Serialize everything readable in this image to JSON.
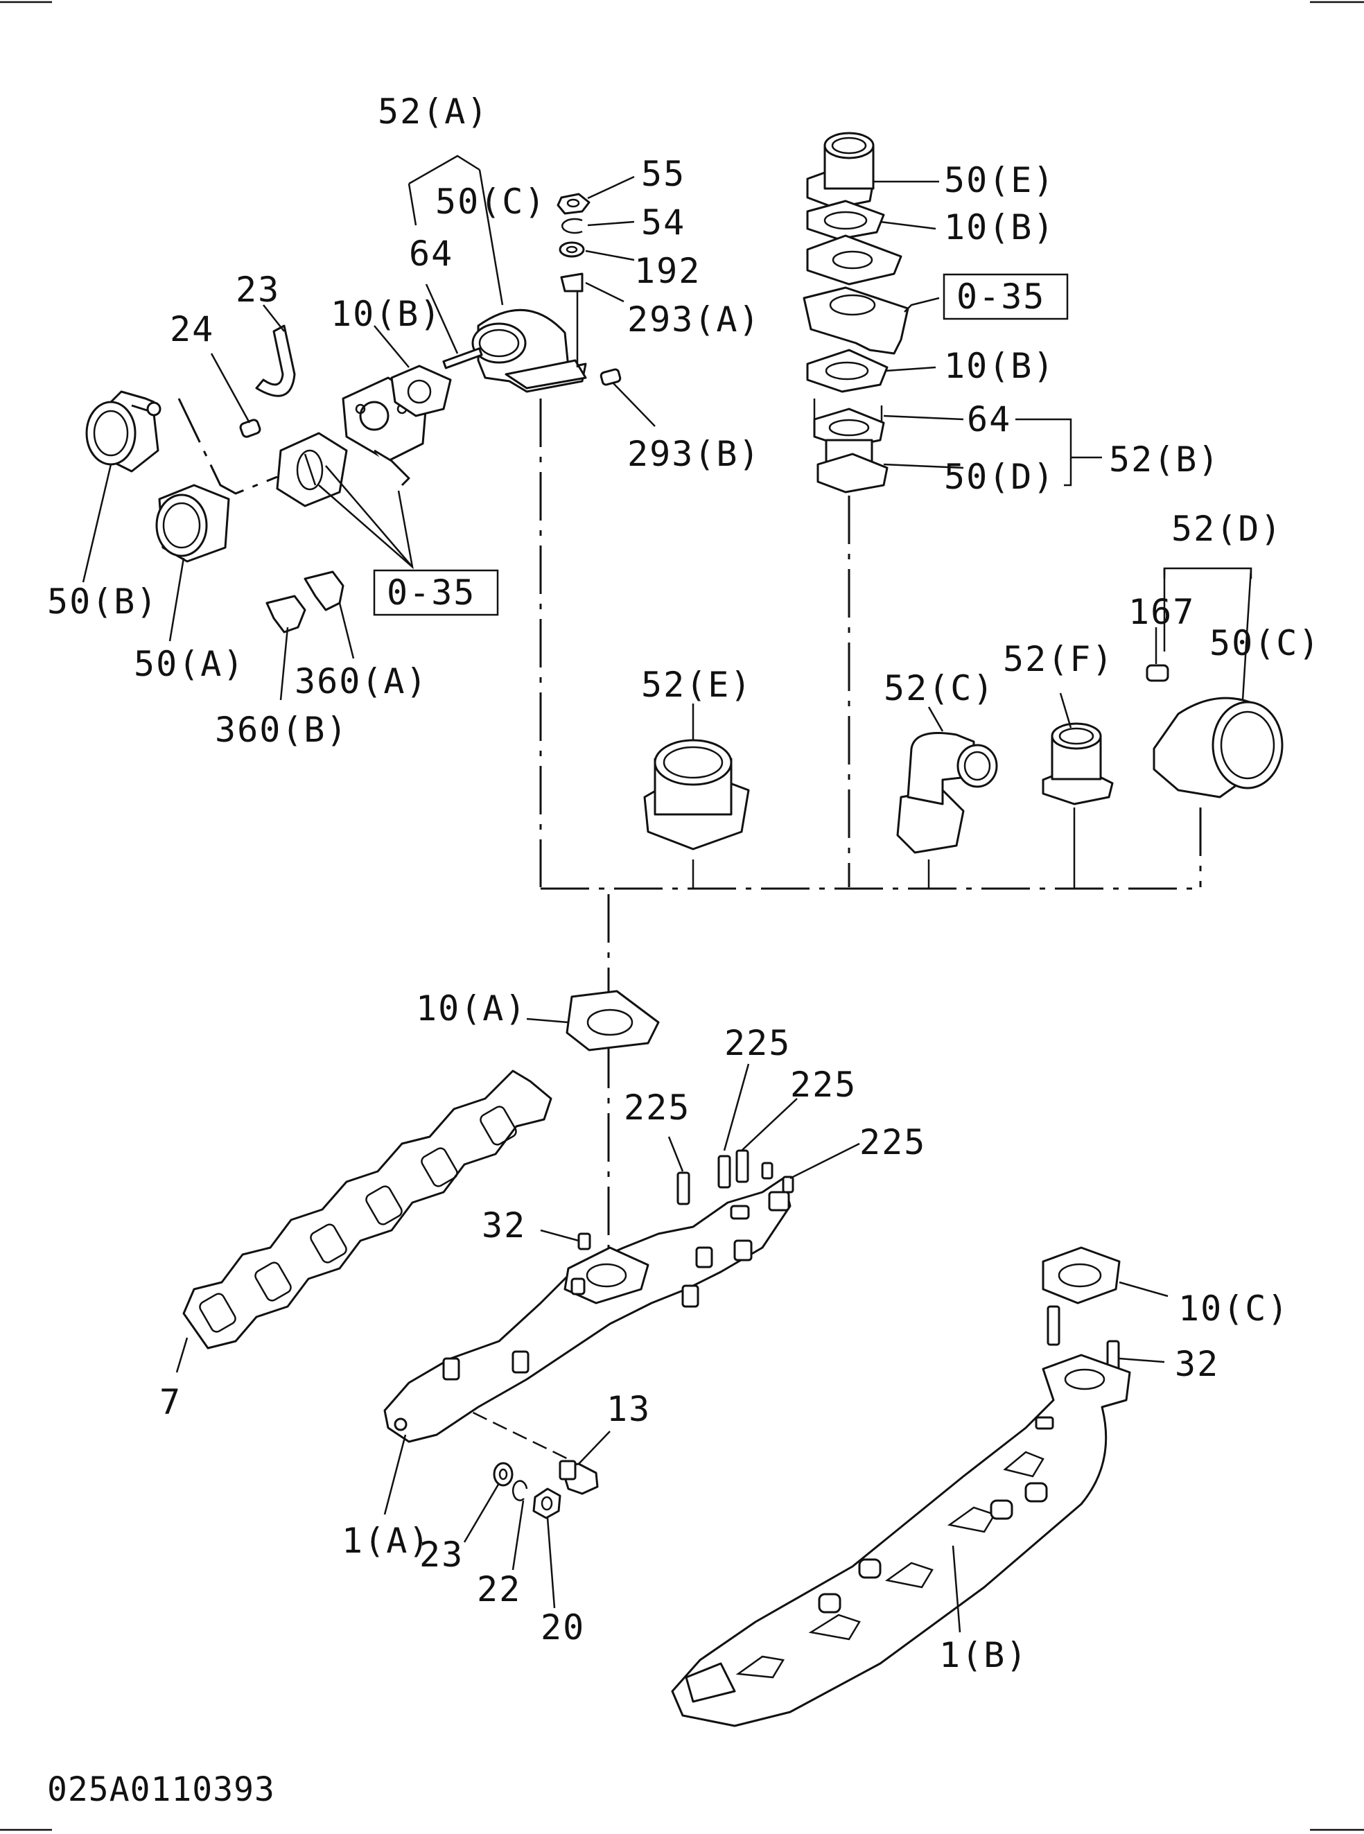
{
  "drawing_code": "025A0110393",
  "callouts": {
    "c52A": "52(A)",
    "c50C_top": "50(C)",
    "c64_left": "64",
    "c23_top": "23",
    "c10B_left": "10(B)",
    "c24": "24",
    "c55": "55",
    "c54": "54",
    "c192": "192",
    "c293A": "293(A)",
    "c293B": "293(B)",
    "c50B": "50(B)",
    "c50A": "50(A)",
    "c0_35_left": "0-35",
    "c360A": "360(A)",
    "c360B": "360(B)",
    "c50E": "50(E)",
    "c10B_r1": "10(B)",
    "c0_35_right": "0-35",
    "c10B_r2": "10(B)",
    "c64_right": "64",
    "c52B": "52(B)",
    "c50D": "50(D)",
    "c52D": "52(D)",
    "c167": "167",
    "c50C_right": "50(C)",
    "c52E": "52(E)",
    "c52C": "52(C)",
    "c52F": "52(F)",
    "c10A": "10(A)",
    "c225_a": "225",
    "c225_b": "225",
    "c225_c": "225",
    "c225_d": "225",
    "c32_left": "32",
    "c7": "7",
    "c13": "13",
    "c1A": "1(A)",
    "c23_bottom": "23",
    "c22": "22",
    "c20": "20",
    "c10C": "10(C)",
    "c32_right": "32",
    "c1B": "1(B)"
  }
}
